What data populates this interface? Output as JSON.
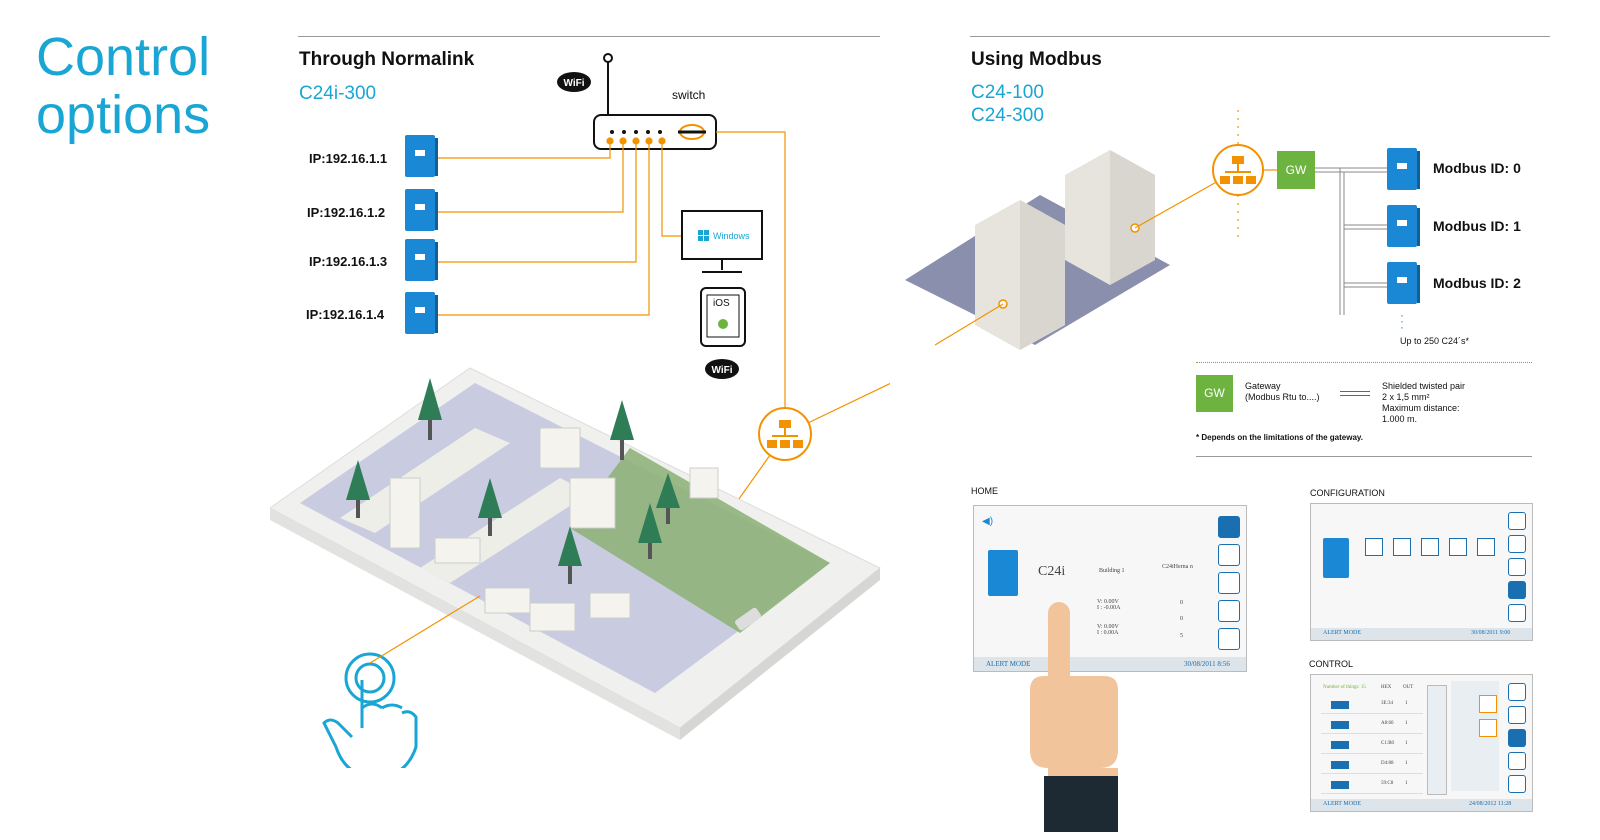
{
  "title": {
    "line1": "Control",
    "line2": "options"
  },
  "normalink": {
    "heading": "Through Normalink",
    "model": "C24i-300",
    "switch_label": "switch",
    "wifi_label": "WiFi",
    "ips": [
      "IP:192.16.1.1",
      "IP:192.16.1.2",
      "IP:192.16.1.3",
      "IP:192.16.1.4"
    ],
    "windows_label": "Windows",
    "ios_label": "iOS"
  },
  "modbus": {
    "heading": "Using Modbus",
    "models": [
      "C24-100",
      "C24-300"
    ],
    "gw_label": "GW",
    "ids": [
      "Modbus ID: 0",
      "Modbus ID: 1",
      "Modbus ID: 2"
    ],
    "upto": "Up to 250 C24´s*",
    "legend": {
      "gw": "GW",
      "gateway_line1": "Gateway",
      "gateway_line2": "(Modbus Rtu to....)",
      "cable_line1": "Shielded twisted pair",
      "cable_line2": "2 x 1,5 mm²",
      "cable_line3": "Maximum distance:",
      "cable_line4": "1.000 m."
    },
    "footnote": "* Depends on the limitations of the gateway."
  },
  "screens": {
    "home": {
      "label": "HOME",
      "logo": "C24i",
      "building": "Building 1",
      "name": "C24iHerna n",
      "v1": "V: 0.00V",
      "i1": "I : -0.00A",
      "v2": "V: 0.00V",
      "i2": "I : 0.00A",
      "c1": "0",
      "c2": "0",
      "c3": "5",
      "alert": "ALERT MODE",
      "time": "30/08/2011 8:56"
    },
    "configuration": {
      "label": "CONFIGURATION",
      "alert": "ALERT MODE",
      "time": "30/08/2011 9:00"
    },
    "control": {
      "label": "CONTROL",
      "things": "Number of things: 15",
      "hex": "HEX",
      "out": "OUT",
      "rows": [
        {
          "hex": "3E:34",
          "out": "1"
        },
        {
          "hex": "A8:60",
          "out": "1"
        },
        {
          "hex": "C1:B0",
          "out": "1"
        },
        {
          "hex": "D4:88",
          "out": "1"
        },
        {
          "hex": "59:C8",
          "out": "1"
        }
      ],
      "alert": "ALERT MODE",
      "time": "24/08/2012 11:28"
    }
  },
  "colors": {
    "accent": "#1aa6d4",
    "orange": "#f39200",
    "green": "#6db33f",
    "device_blue": "#1a88d4"
  }
}
